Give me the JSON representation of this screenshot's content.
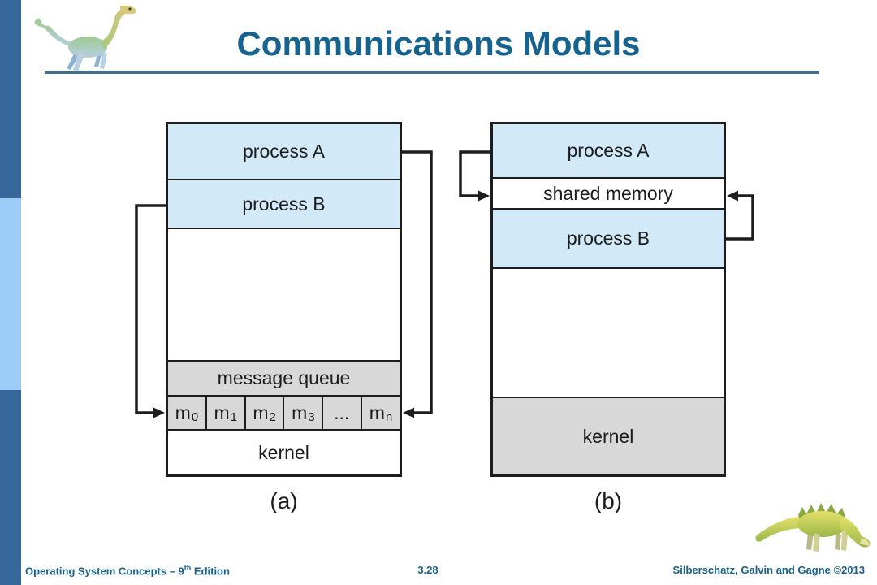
{
  "slide": {
    "title": "Communications Models",
    "page_number": "3.28",
    "footer_left_prefix": "Operating System Concepts – 9",
    "footer_left_sup": "th",
    "footer_left_suffix": " Edition",
    "footer_right": "Silberschatz, Galvin and Gagne ©2013"
  },
  "diagram_a": {
    "caption": "(a)",
    "process_a": "process A",
    "process_b": "process B",
    "message_queue": "message queue",
    "kernel": "kernel",
    "queue_cells": [
      {
        "base": "m",
        "sub": "0"
      },
      {
        "base": "m",
        "sub": "1"
      },
      {
        "base": "m",
        "sub": "2"
      },
      {
        "base": "m",
        "sub": "3"
      },
      {
        "base": "...",
        "sub": ""
      },
      {
        "base": "m",
        "sub": "n"
      }
    ]
  },
  "diagram_b": {
    "caption": "(b)",
    "process_a": "process A",
    "shared_memory": "shared memory",
    "process_b": "process B",
    "kernel": "kernel"
  },
  "icons": {
    "header_icon": "dinosaur-logo",
    "footer_icon": "dinosaur-figure"
  },
  "colors": {
    "title_blue": "#16638f",
    "rule_blue": "#3f6e94",
    "sidebar_dark_blue": "#36689b",
    "sidebar_light_blue": "#9bcdf8",
    "process_band_blue": "#d2e9f7",
    "queue_gray": "#d8d8d8",
    "diagram_line": "#1d1d1d",
    "footer_blue": "#17628c"
  }
}
